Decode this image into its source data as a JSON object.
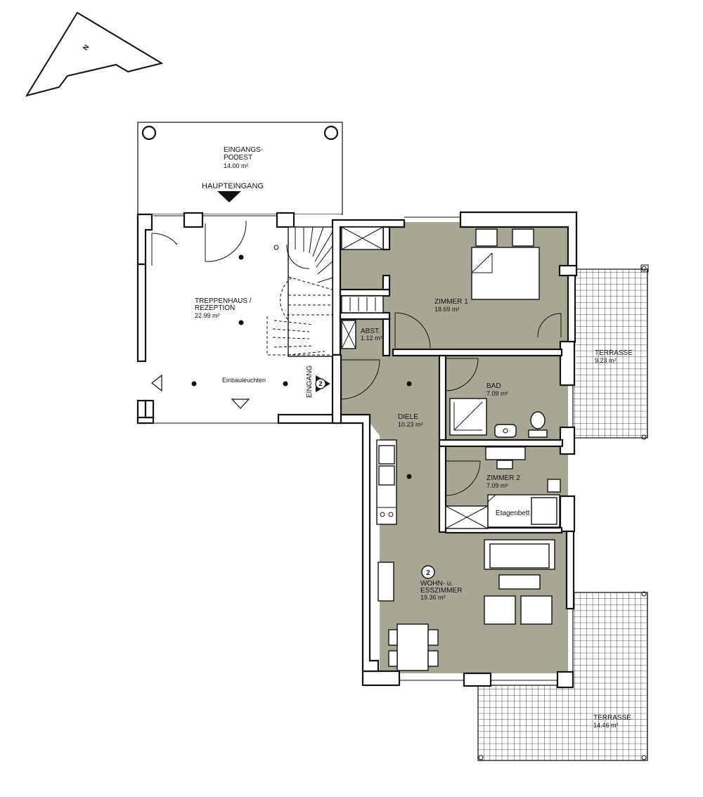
{
  "compass": {
    "label": "N"
  },
  "colors": {
    "room_fill": "#a8a796",
    "wall": "#111111",
    "paper": "#ffffff"
  },
  "rooms": {
    "podest": {
      "name_line1": "EINGANGS-",
      "name_line2": "PODEST",
      "area": "14.00 m²"
    },
    "entrance_main": {
      "label": "HAUPTEINGANG"
    },
    "stair": {
      "name_line1": "TREPPENHAUS /",
      "name_line2": "REZEPTION",
      "area": "22.99 m²"
    },
    "lights": {
      "label": "Einbauleuchten"
    },
    "entrance_unit": {
      "label": "EINGANG",
      "number": "2"
    },
    "zimmer1": {
      "name": "ZIMMER 1",
      "area": "18.69 m²"
    },
    "abst": {
      "name": "ABST.",
      "area": "1.12 m²"
    },
    "diele": {
      "name": "DIELE",
      "area": "10.23 m²"
    },
    "bad": {
      "name": "BAD",
      "area": "7.09 m²"
    },
    "zimmer2": {
      "name": "ZIMMER 2",
      "area": "7.09 m²",
      "bed_label": "Etagenbett"
    },
    "wohn": {
      "number": "2",
      "name_line1": "WOHN- u.",
      "name_line2": "ESSZIMMER",
      "area": "19.36 m²"
    },
    "terrasse1": {
      "name": "TERRASSE",
      "area": "9.23 m²"
    },
    "terrasse2": {
      "name": "TERRASSE",
      "area": "14.46 m²"
    }
  }
}
